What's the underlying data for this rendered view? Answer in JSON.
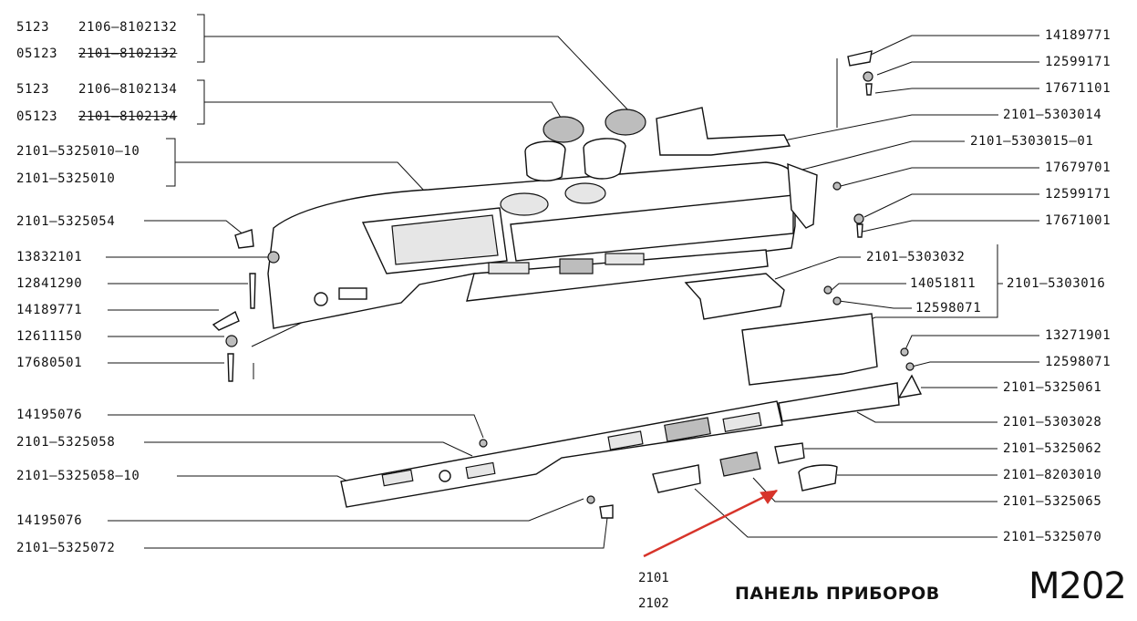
{
  "title": "ПАНЕЛЬ ПРИБОРОВ",
  "code": "M202",
  "models": [
    "2101",
    "2102"
  ],
  "left_labels": {
    "l1a": "5123",
    "l1b": "2106–8102132",
    "l2a": "05123",
    "l2b": "2101–8102132",
    "l3a": "5123",
    "l3b": "2106–8102134",
    "l4a": "05123",
    "l4b": "2101–8102134",
    "l5": "2101–5325010–10",
    "l6": "2101–5325010",
    "l7": "2101–5325054",
    "l8": "13832101",
    "l9": "12841290",
    "l10": "14189771",
    "l11": "12611150",
    "l12": "17680501",
    "l13": "14195076",
    "l14": "2101–5325058",
    "l15": "2101–5325058–10",
    "l16": "14195076",
    "l17": "2101–5325072"
  },
  "right_labels": {
    "r1": "14189771",
    "r2": "12599171",
    "r3": "17671101",
    "r4": "2101–5303014",
    "r5": "2101–5303015–01",
    "r6": "17679701",
    "r7": "12599171",
    "r8": "17671001",
    "r9": "2101–5303032",
    "r10": "14051811",
    "r11": "2101–5303016",
    "r12": "12598071",
    "r13": "13271901",
    "r14": "12598071",
    "r15": "2101–5325061",
    "r16": "2101–5303028",
    "r17": "2101–5325062",
    "r18": "2101–8203010",
    "r19": "2101–5325065",
    "r20": "2101–5325070"
  },
  "colors": {
    "ink": "#111111",
    "arrow": "#d7342a",
    "background": "#ffffff"
  }
}
